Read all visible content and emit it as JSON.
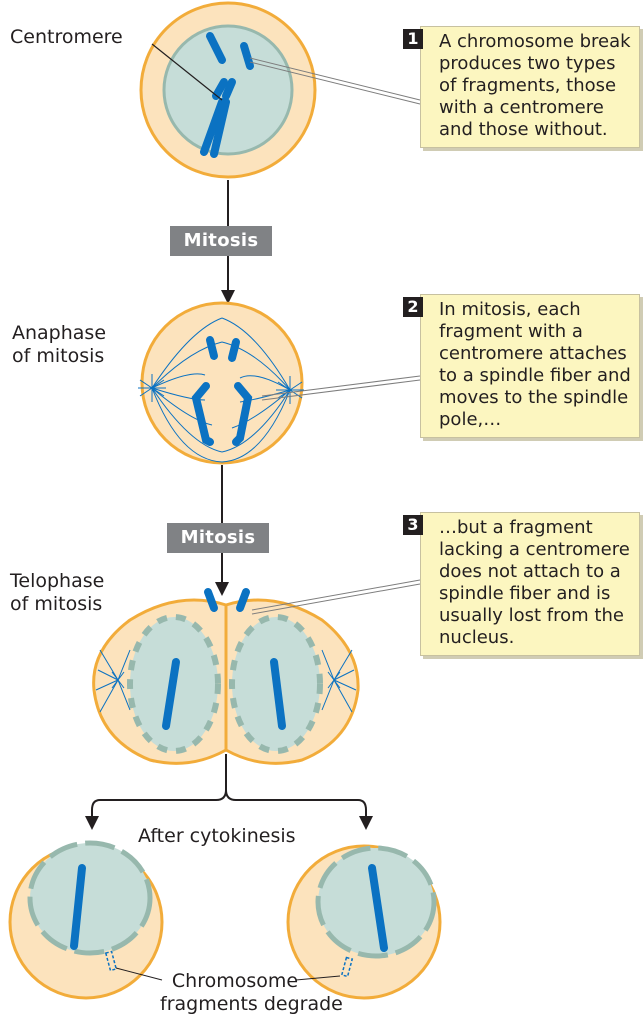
{
  "labels": {
    "centromere": "Centromere",
    "anaphase": "Anaphase\nof mitosis",
    "telophase": "Telophase\nof mitosis",
    "after_cytokinesis": "After cytokinesis",
    "fragments_degrade": "Chromosome\nfragments degrade"
  },
  "arrows": {
    "mitosis_1": "Mitosis",
    "mitosis_2": "Mitosis"
  },
  "notes": [
    {
      "number": "1",
      "text": "A chromosome break produces two types of fragments, those with a centromere and those without."
    },
    {
      "number": "2",
      "text": "In mitosis, each fragment with a centromere attaches to a spindle fiber and moves to the spindle pole,…"
    },
    {
      "number": "3",
      "text": "…but a fragment lacking a centromere does not attach to a spindle fiber and is usually lost from the nucleus."
    }
  ],
  "colors": {
    "cell_fill": "#fce3bd",
    "cell_border": "#f2ac3a",
    "nucleus_fill": "#c6ddd8",
    "nucleus_border": "#97b8ad",
    "chromosome": "#0b72c2",
    "note_fill": "#fcf6c0",
    "badge_fill": "#808285"
  }
}
